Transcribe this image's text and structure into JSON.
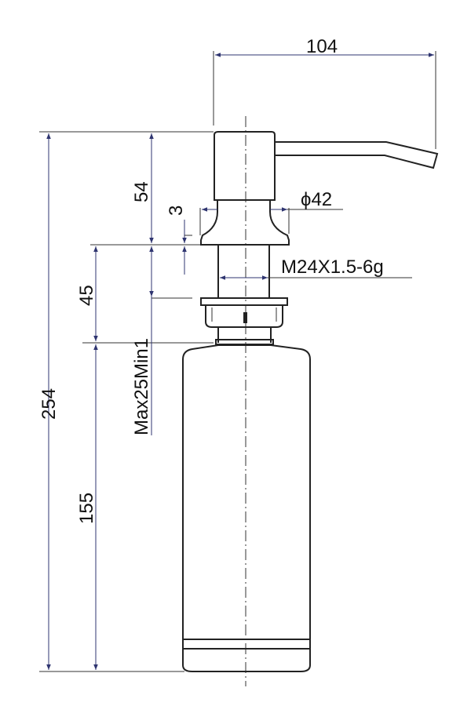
{
  "drawing": {
    "colors": {
      "outline": "#222222",
      "dimension": "#2f3570"
    },
    "dimensions": {
      "spout_reach": "104",
      "total_height": "254",
      "head_height": "54",
      "flange_thickness": "3",
      "flange_diameter": "ϕ42",
      "thread": "M24X1.5-6g",
      "shank_length": "45",
      "countertop_range": "Max25Min1",
      "bottle_height": "155"
    }
  }
}
